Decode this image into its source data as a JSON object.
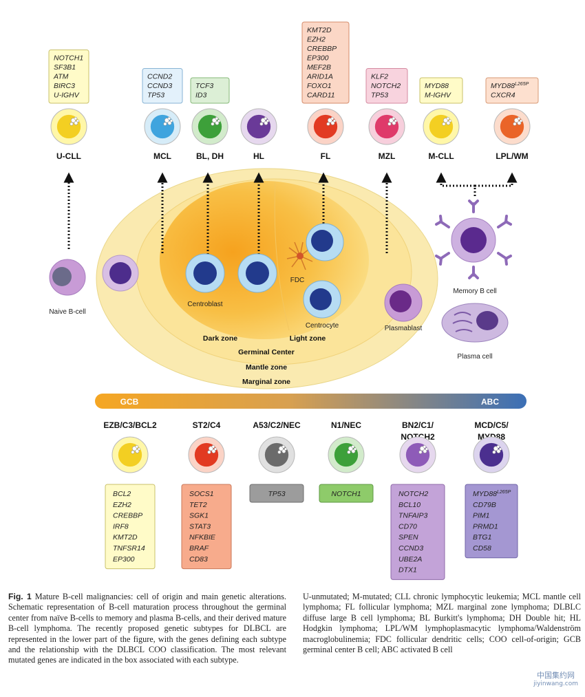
{
  "top_subtypes": [
    {
      "id": "ucll",
      "label": "U-CLL",
      "genes": [
        "NOTCH1",
        "SF3B1",
        "ATM",
        "BIRC3",
        "U-IGHV"
      ],
      "box_fill": "#fffbc8",
      "box_stroke": "#c9c06a",
      "cell_outer": "#fff7a8",
      "cell_inner": "#f3cf22"
    },
    {
      "id": "mcl",
      "label": "MCL",
      "genes": [
        "CCND2",
        "CCND3",
        "TP53"
      ],
      "box_fill": "#e3f1fb",
      "box_stroke": "#87b3d4",
      "cell_outer": "#d6ecf8",
      "cell_inner": "#3fa4de"
    },
    {
      "id": "bldh",
      "label": "BL, DH",
      "genes": [
        "TCF3",
        "ID3"
      ],
      "box_fill": "#dcefd6",
      "box_stroke": "#86b878",
      "cell_outer": "#d2ebcb",
      "cell_inner": "#3da03a"
    },
    {
      "id": "hl",
      "label": "HL",
      "genes": [],
      "box_fill": "",
      "box_stroke": "",
      "cell_outer": "#e6d8ee",
      "cell_inner": "#6a3a98"
    },
    {
      "id": "fl",
      "label": "FL",
      "genes": [
        "KMT2D",
        "EZH2",
        "CREBBP",
        "EP300",
        "MEF2B",
        "ARID1A",
        "FOXO1",
        "CARD11"
      ],
      "box_fill": "#fbd7c6",
      "box_stroke": "#d48b6a",
      "cell_outer": "#fbd3c6",
      "cell_inner": "#e23a22"
    },
    {
      "id": "mzl",
      "label": "MZL",
      "genes": [
        "KLF2",
        "NOTCH2",
        "TP53"
      ],
      "box_fill": "#f8d3de",
      "box_stroke": "#d48aa0",
      "cell_outer": "#f7cfdc",
      "cell_inner": "#df3a6a"
    },
    {
      "id": "mcll",
      "label": "M-CLL",
      "genes": [
        "MYD88",
        "M-IGHV"
      ],
      "box_fill": "#fffbc8",
      "box_stroke": "#c9c06a",
      "cell_outer": "#fff7a8",
      "cell_inner": "#f3cf22"
    },
    {
      "id": "lplwm",
      "label": "LPL/WM",
      "genes": [
        "MYD88",
        "CXCR4"
      ],
      "box_fill": "#fde0cf",
      "box_stroke": "#d89a76",
      "cell_outer": "#fcdccc",
      "cell_inner": "#ea6428"
    }
  ],
  "gene_superscript": {
    "lplwm_first": "L265P",
    "mcd_first": "L265P"
  },
  "zones": {
    "dark_zone": "Dark zone",
    "light_zone": "Light zone",
    "germinal_center": "Germinal Center",
    "mantle_zone": "Mantle zone",
    "marginal_zone": "Marginal zone"
  },
  "cell_labels": {
    "naive": "Naive B-cell",
    "centroblast": "Centroblast",
    "fdc": "FDC",
    "centrocyte": "Centrocyte",
    "plasmablast": "Plasmablast",
    "memory": "Memory B cell",
    "plasma": "Plasma cell"
  },
  "coo_bar": {
    "left_label": "GCB",
    "right_label": "ABC",
    "color_left": "#f5a623",
    "color_right": "#3b6fb6"
  },
  "dlbcl_subtypes": [
    {
      "id": "ezb",
      "label_lines": [
        "EZB/C3/BCL2"
      ],
      "genes": [
        "BCL2",
        "EZH2",
        "CREBBP",
        "IRF8",
        "KMT2D",
        "TNFSR14",
        "EP300"
      ],
      "box_fill": "#fffbc8",
      "box_stroke": "#c9c06a",
      "cell_outer": "#fff7a8",
      "cell_inner": "#f3cf22"
    },
    {
      "id": "st2",
      "label_lines": [
        "ST2/C4"
      ],
      "genes": [
        "SOCS1",
        "TET2",
        "SGK1",
        "STAT3",
        "NFKBIE",
        "BRAF",
        "CD83"
      ],
      "box_fill": "#f7ab8c",
      "box_stroke": "#c9785a",
      "cell_outer": "#fbd3c6",
      "cell_inner": "#e23a22"
    },
    {
      "id": "a53",
      "label_lines": [
        "A53/C2/NEC"
      ],
      "genes": [
        "TP53"
      ],
      "box_fill": "#9c9c9c",
      "box_stroke": "#6e6e6e",
      "cell_outer": "#e0e0e0",
      "cell_inner": "#6b6b6b"
    },
    {
      "id": "n1",
      "label_lines": [
        "N1/NEC"
      ],
      "genes": [
        "NOTCH1"
      ],
      "box_fill": "#8ecb6a",
      "box_stroke": "#5f9a44",
      "cell_outer": "#d2ebcb",
      "cell_inner": "#3da03a"
    },
    {
      "id": "bn2",
      "label_lines": [
        "BN2/C1/",
        "NOTCH2"
      ],
      "genes": [
        "NOTCH2",
        "BCL10",
        "TNFAIP3",
        "CD70",
        "SPEN",
        "CCND3",
        "UBE2A",
        "DTX1"
      ],
      "box_fill": "#c3a3d8",
      "box_stroke": "#8f6aa8",
      "cell_outer": "#e6d8ee",
      "cell_inner": "#8e5bb8"
    },
    {
      "id": "mcd",
      "label_lines": [
        "MCD/C5/",
        "MYD88"
      ],
      "genes": [
        "MYD88",
        "CD79B",
        "PIM1",
        "PRMD1",
        "BTG1",
        "CD58"
      ],
      "box_fill": "#a497d2",
      "box_stroke": "#6f63a6",
      "cell_outer": "#dcd4ee",
      "cell_inner": "#4b2f8f"
    }
  ],
  "caption": {
    "fig_label": "Fig. 1",
    "left_text": "Mature B-cell malignancies: cell of origin and main genetic alterations. Schematic representation of B-cell maturation process throughout the germinal center from naïve B-cells to memory and plasma B-cells, and their derived mature B-cell lymphoma. The recently proposed genetic subtypes for DLBCL are represented in the lower part of the figure, with the genes defining each subtype and the relationship with the DLBCL COO classification. The most relevant mutated genes are indicated in the box associated with each subtype.",
    "right_text": "U-unmutated; M-mutated; CLL chronic lymphocytic leukemia; MCL mantle cell lymphoma; FL follicular lymphoma; MZL marginal zone lymphoma; DLBLC diffuse large B cell lymphoma; BL Burkitt's lymphoma; DH Double hit; HL Hodgkin lymphoma; LPL/WM lymphoplasmacytic lymphoma/Waldenström macroglobulinemia; FDC follicular dendritic cells; COO cell-of-origin; GCB germinal center B cell; ABC activated B cell"
  },
  "watermark": {
    "text": "中国集约网",
    "url": "jiyinwang.com"
  }
}
